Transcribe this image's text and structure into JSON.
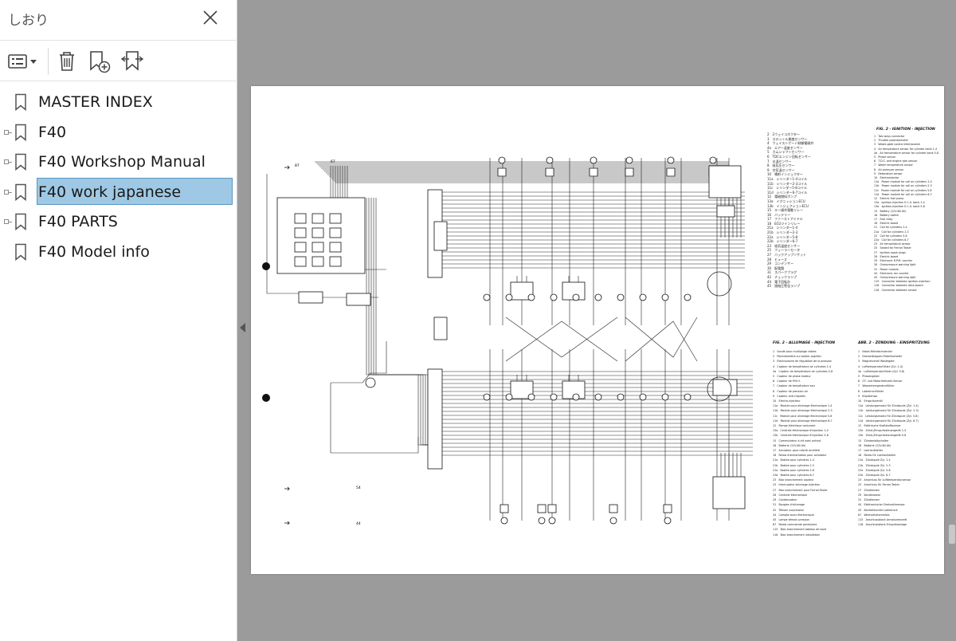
{
  "panel": {
    "title": "しおり"
  },
  "toolbar": {
    "icons": [
      "bookmark-options-icon",
      "delete-icon",
      "new-bookmark-icon",
      "bookmark-search-icon"
    ]
  },
  "bookmarks": [
    {
      "label": "MASTER INDEX",
      "expandable": false,
      "selected": false
    },
    {
      "label": "F40",
      "expandable": true,
      "selected": false
    },
    {
      "label": "F40 Workshop Manual",
      "expandable": true,
      "selected": false
    },
    {
      "label": "F40 work japanese",
      "expandable": true,
      "selected": true
    },
    {
      "label": "F40 PARTS",
      "expandable": true,
      "selected": false
    },
    {
      "label": "F40 Model info",
      "expandable": false,
      "selected": false
    }
  ],
  "document": {
    "ref_1": "87",
    "ref_2": "67",
    "ref_3": "54",
    "ref_4": "44",
    "headings": {
      "en": "FIG. 2 - IGNITION - INJECTION",
      "fr": "FIG. 2 - ALLUMAGE - INJECTION",
      "de": "ABB. 2 - ZÜNDUNG - EINSPRITZUNG"
    },
    "jp_legend": "2　2ウェイコネクター\n3　スロットル開度センサー\n4　ウェイストゲート制御電磁弁\n4a　エアー温度センサー\n5　カムシャフトセンサー\n6　TDCエンジン回転センサー\n7　水温センサー\n8　吸気圧センサー\n9　空気温センサー\n10　噴射インジェクター\n11a　シリンダー1-4コイル\n11b　シリンダー2-3コイル\n11c　シリンダー5-8コイル\n11d　シリンダー6-7コイル\n12　電磁燃料ポンプ\n13a　イグニッションECU\n13b　インジェクションECU\n15　キー操作電動リレー\n16　バッテリー\n17　ファーストアイドル\n18　ECUツインリレー\n21a　シリンダー1-4\n21b　シリンダー2-3\n22a　シリンダー5-8\n22b　シリンダー6-7\n23　吸気温度センサー\n25　フェーラーモータ\n27　バックアップソケット\n28　ヒューズ\n29　コンデンサー\n30　配電盤\n31　スパークプラグ\n42　チェックランプ\n44　電子回転計\n45　過給圧警告ランプ",
    "en_legend": "1　Two ways connector\n2　Throttle potentiometer\n3　Waste-gate control electrovalve\n4　Air temperature sensor for cylinder bank 1-4\n4a　Air temperature sensor for cylinder bank 5-8\n5　Phase sensor\n6　T.D.C. and engine rpm sensor\n7　Water temperature sensor\n8　Air pressure sensor\n9　Detonation sensor\n10　Electroinjector\n11a　Power module for coil on cylinders 1-4\n11b　Power module for coil on cylinders 2-3\n11c　Power module for coil on cylinders 5-8\n11d　Power module for coil on cylinders 6-7\n12　Electric fuel pump\n13a　Ignition-injection E.C.U. bank 1-4\n13b　Ignition-injection E.C.U. bank 5-8\n15　Battery (12V-60 Ah)\n16　Battery switch\n17　Fuel relay\n18　Electric board\n21　Coil for cylinders 1-4\n21a　Coil for cylinders 2-3\n22　Coil for cylinders 5-8\n22a　Coil for cylinders 6-7\n23　Air temperature sensor\n25　Sealed for Ferrari Tester\n27　Ignition spark plugs\n28　Electric board\n29　Electronic R.P.M. counter\n30　Overpressure warning light\n31　Power module\n44　Electronic rev counter\n45　Overpressure warning light\n115　Connector between ignition-injection\n116　Connector between dash-board\n118　Connector between sensor",
    "fr_legend": "1　Sonde pour multiplage câbles\n2　Potentiomètre sur boitier papillon\n3　Electrovanne de régulation de la pression\n4　Capteur de température air cylindres 1-4\n4a　Capteur de température air cylindres 5-8\n5　Capteur de phase moteur\n6　Capteur de P.M.H.\n7　Capteur de température eau\n8　Capteur de pression air\n9　Capteur anti-cliquetis\n10　Electro-injecteur\n11a　Module pour allumage électronique 1-4\n11b　Module pour allumage électronique 2-3\n11c　Module pour allumage électronique 5-8\n11d　Module pour allumage électronique 6-7\n12　Pompe électrique carburant\n13a　Centrale électronique d'injection 1-4\n13b　Centrale électronique d'injection 5-8\n15　Commutateur à clé avec antivol\n16　Batterie (12V-60 Ah)\n17　Actuateur pour ralenti accéléré\n18　Relais d'alimentation pour actuateur\n21a　Bobine pour cylindres 1-4\n21b　Bobine pour cylindres 2-3\n22a　Bobine pour cylindres 5-8\n22b　Bobine pour cylindres 6-7\n23　Bloc branchement capteur\n25　Interrupteur allumage-injection\n27　Bloc branchement pour Ferrari-Tester\n28　Centrale électronique\n29　Condensateur\n31　Bougies d'allumage\n42　Témoin surpression\n44　Compte-tours électronique\n45　Lampe témoin pression\n87　Relais commande pendulaire\n115　Bloc branchement tableau de bord\n116　Bloc branchement installation",
    "de_legend": "1　Kabel-Mehrfachstecker\n2　Drosselklappen-Potentiometer\n3　Magnetventil Wastegate\n4　Lufttemperaturfühler (Zyl. 1-4)\n4a　Lufttemperaturfühler (Zyl. 5-8)\n5　Phasengeber\n6　OT- und Motordrehzahl-Sensor\n7　Wassertemperaturfühler\n8　Ladedruckfühler\n9　Klopfsensor\n10　Einspritzventil\n11a　Leistungsmodul für Zündspule (Zyl. 1-4)\n11b　Leistungsmodul für Zündspule (Zyl. 2-3)\n11c　Leistungsmodul für Zündspule (Zyl. 5-8)\n11d　Leistungsmodul für Zündspule (Zyl. 6-7)\n12　Elektrische Kraftstoffpumpe\n13a　Zünd-/Einspritzsteuergerät 1-4\n13b　Zünd-/Einspritzsteuergerät 5-8\n15　Zündanlaßschalter\n16　Batterie (12V-60 Ah)\n17　Leerlaufsteller\n18　Relais für Leerlaufsteller\n21a　Zündspule Zyl. 1-4\n21b　Zündspule Zyl. 2-3\n22a　Zündspule Zyl. 5-8\n22b　Zündspule Zyl. 6-7\n23　Anschluss für Lufttemperatursensor\n25　Anschluss für Ferrari-Tester\n27　Zündkerzen\n29　Kondensator\n31　Zündkerzen\n44　Elektronischer Drehzahlmesser\n45　Kontrolleuchte Ladedruck\n87　Wechselstromrelais\n115　Anschlussblock Armaturenbrett\n116　Anschlussblock Einspritzanlage"
  }
}
